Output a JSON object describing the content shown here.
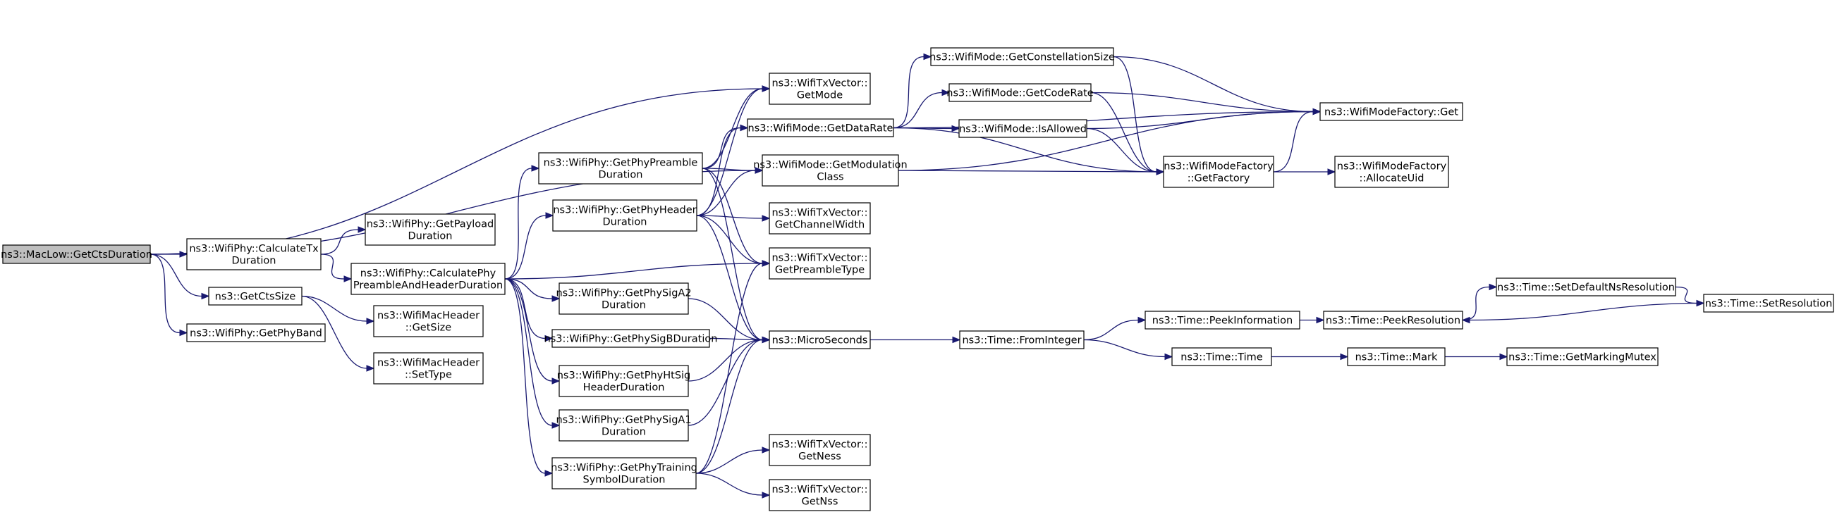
{
  "graph": {
    "nodes": {
      "root": [
        "ns3::MacLow::GetCtsDuration"
      ],
      "calcTx": [
        "ns3::WifiPhy::CalculateTx",
        "Duration"
      ],
      "getCtsSize": [
        "ns3::GetCtsSize"
      ],
      "getPhyBand": [
        "ns3::WifiPhy::GetPhyBand"
      ],
      "payloadDur": [
        "ns3::WifiPhy::GetPayload",
        "Duration"
      ],
      "calcPreamble": [
        "ns3::WifiPhy::CalculatePhy",
        "PreambleAndHeaderDuration"
      ],
      "macGetSize": [
        "ns3::WifiMacHeader",
        "::GetSize"
      ],
      "macSetType": [
        "ns3::WifiMacHeader",
        "::SetType"
      ],
      "phyPreamble": [
        "ns3::WifiPhy::GetPhyPreamble",
        "Duration"
      ],
      "phyHeader": [
        "ns3::WifiPhy::GetPhyHeader",
        "Duration"
      ],
      "sigA2": [
        "ns3::WifiPhy::GetPhySigA2",
        "Duration"
      ],
      "sigB": [
        "ns3::WifiPhy::GetPhySigBDuration"
      ],
      "htSig": [
        "ns3::WifiPhy::GetPhyHtSig",
        "HeaderDuration"
      ],
      "sigA1": [
        "ns3::WifiPhy::GetPhySigA1",
        "Duration"
      ],
      "training": [
        "ns3::WifiPhy::GetPhyTraining",
        "SymbolDuration"
      ],
      "txGetMode": [
        "ns3::WifiTxVector::",
        "GetMode"
      ],
      "getDataRate": [
        "ns3::WifiMode::GetDataRate"
      ],
      "getModClass": [
        "ns3::WifiMode::GetModulation",
        "Class"
      ],
      "chanWidth": [
        "ns3::WifiTxVector::",
        "GetChannelWidth"
      ],
      "preambleType": [
        "ns3::WifiTxVector::",
        "GetPreambleType"
      ],
      "microSeconds": [
        "ns3::MicroSeconds"
      ],
      "getNess": [
        "ns3::WifiTxVector::",
        "GetNess"
      ],
      "getNss": [
        "ns3::WifiTxVector::",
        "GetNss"
      ],
      "constSize": [
        "ns3::WifiMode::GetConstellationSize"
      ],
      "codeRate": [
        "ns3::WifiMode::GetCodeRate"
      ],
      "isAllowed": [
        "ns3::WifiMode::IsAllowed"
      ],
      "getFactory": [
        "ns3::WifiModeFactory",
        "::GetFactory"
      ],
      "factoryGet": [
        "ns3::WifiModeFactory::Get"
      ],
      "allocUid": [
        "ns3::WifiModeFactory",
        "::AllocateUid"
      ],
      "fromInteger": [
        "ns3::Time::FromInteger"
      ],
      "peekInfo": [
        "ns3::Time::PeekInformation"
      ],
      "timeTime": [
        "ns3::Time::Time"
      ],
      "peekRes": [
        "ns3::Time::PeekResolution"
      ],
      "setDefNs": [
        "ns3::Time::SetDefaultNsResolution"
      ],
      "setRes": [
        "ns3::Time::SetResolution"
      ],
      "mark": [
        "ns3::Time::Mark"
      ],
      "markMutex": [
        "ns3::Time::GetMarkingMutex"
      ]
    },
    "edges": [
      [
        "root",
        "calcTx"
      ],
      [
        "root",
        "getCtsSize"
      ],
      [
        "root",
        "getPhyBand"
      ],
      [
        "root",
        "txGetMode"
      ],
      [
        "root",
        "getModClass"
      ],
      [
        "calcTx",
        "payloadDur"
      ],
      [
        "calcTx",
        "calcPreamble"
      ],
      [
        "getCtsSize",
        "macGetSize"
      ],
      [
        "getCtsSize",
        "macSetType"
      ],
      [
        "calcPreamble",
        "phyPreamble"
      ],
      [
        "calcPreamble",
        "phyHeader"
      ],
      [
        "calcPreamble",
        "sigA2"
      ],
      [
        "calcPreamble",
        "sigB"
      ],
      [
        "calcPreamble",
        "htSig"
      ],
      [
        "calcPreamble",
        "sigA1"
      ],
      [
        "calcPreamble",
        "training"
      ],
      [
        "calcPreamble",
        "preambleType"
      ],
      [
        "phyPreamble",
        "txGetMode"
      ],
      [
        "phyPreamble",
        "getDataRate"
      ],
      [
        "phyPreamble",
        "getModClass"
      ],
      [
        "phyPreamble",
        "preambleType"
      ],
      [
        "phyPreamble",
        "microSeconds"
      ],
      [
        "phyHeader",
        "txGetMode"
      ],
      [
        "phyHeader",
        "getDataRate"
      ],
      [
        "phyHeader",
        "getModClass"
      ],
      [
        "phyHeader",
        "chanWidth"
      ],
      [
        "phyHeader",
        "preambleType"
      ],
      [
        "phyHeader",
        "microSeconds"
      ],
      [
        "sigA2",
        "microSeconds"
      ],
      [
        "sigB",
        "microSeconds"
      ],
      [
        "htSig",
        "microSeconds"
      ],
      [
        "sigA1",
        "microSeconds"
      ],
      [
        "training",
        "preambleType"
      ],
      [
        "training",
        "microSeconds"
      ],
      [
        "training",
        "getNess"
      ],
      [
        "training",
        "getNss"
      ],
      [
        "getDataRate",
        "constSize"
      ],
      [
        "getDataRate",
        "codeRate"
      ],
      [
        "getDataRate",
        "isAllowed"
      ],
      [
        "getDataRate",
        "getFactory"
      ],
      [
        "getDataRate",
        "factoryGet"
      ],
      [
        "constSize",
        "factoryGet"
      ],
      [
        "constSize",
        "getFactory"
      ],
      [
        "codeRate",
        "factoryGet"
      ],
      [
        "codeRate",
        "getFactory"
      ],
      [
        "isAllowed",
        "factoryGet"
      ],
      [
        "isAllowed",
        "getFactory"
      ],
      [
        "getModClass",
        "getFactory"
      ],
      [
        "getModClass",
        "factoryGet"
      ],
      [
        "getFactory",
        "factoryGet"
      ],
      [
        "getFactory",
        "allocUid"
      ],
      [
        "microSeconds",
        "fromInteger"
      ],
      [
        "fromInteger",
        "peekInfo"
      ],
      [
        "fromInteger",
        "timeTime"
      ],
      [
        "peekInfo",
        "peekRes"
      ],
      [
        "peekRes",
        "setDefNs"
      ],
      [
        "setDefNs",
        "setRes"
      ],
      [
        "setRes",
        "peekRes"
      ],
      [
        "timeTime",
        "mark"
      ],
      [
        "mark",
        "markMutex"
      ]
    ]
  },
  "colors": {
    "edge": "#191970",
    "root_fill": "#bfbfbf",
    "node_fill": "#ffffff",
    "node_border": "#000000"
  }
}
